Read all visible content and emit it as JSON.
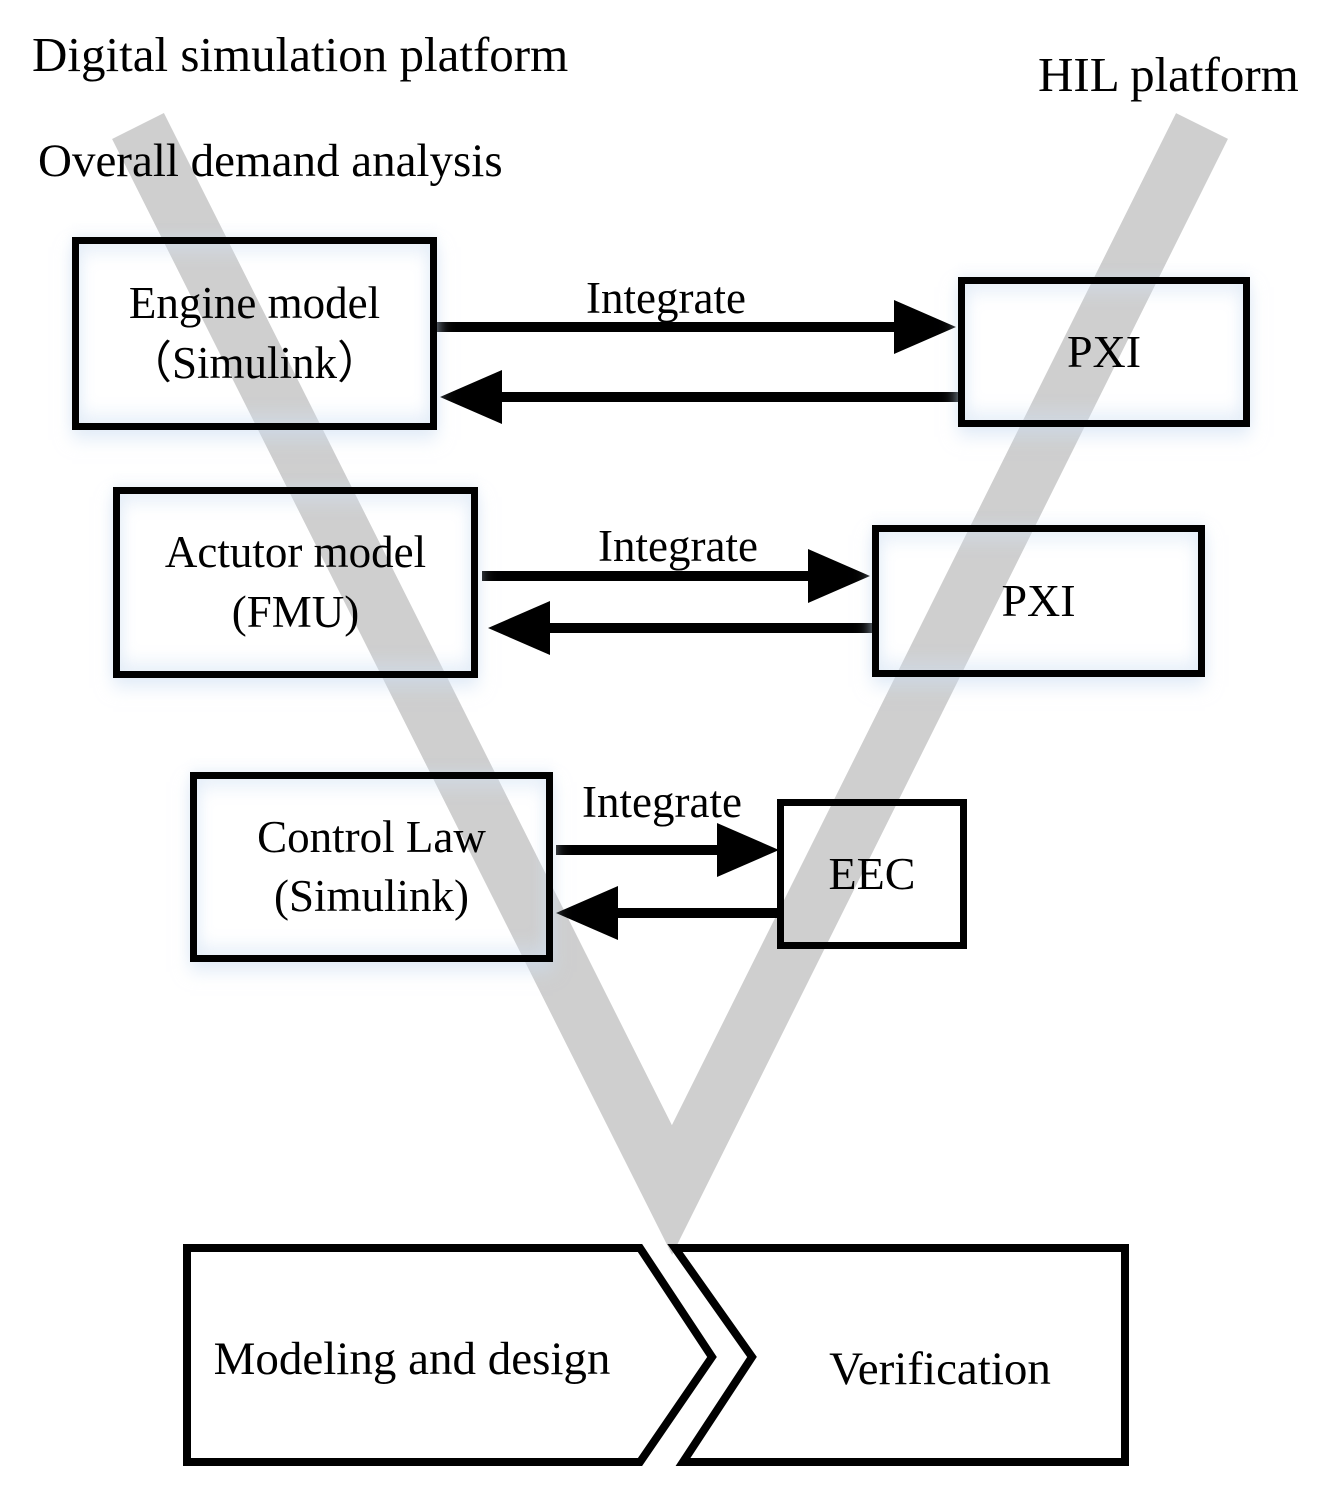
{
  "titles": {
    "digital_platform": "Digital simulation platform",
    "overall_demand": "Overall demand analysis",
    "hil_platform": "HIL platform"
  },
  "rows": [
    {
      "source": {
        "line1": "Engine model",
        "line2": "（Simulink）"
      },
      "arrow_label": "Integrate",
      "target": "PXI"
    },
    {
      "source": {
        "line1": "Actutor model",
        "line2": "(FMU)"
      },
      "arrow_label": "Integrate",
      "target": "PXI"
    },
    {
      "source": {
        "line1": "Control Law",
        "line2": "(Simulink)"
      },
      "arrow_label": "Integrate",
      "target": "EEC"
    }
  ],
  "process": {
    "left": "Modeling and design",
    "right": "Verification"
  },
  "colors": {
    "v_band": "#cfcfcf",
    "line": "#000000",
    "box_border": "#000000",
    "box_glow": "#d5e3f5",
    "background": "#ffffff"
  }
}
